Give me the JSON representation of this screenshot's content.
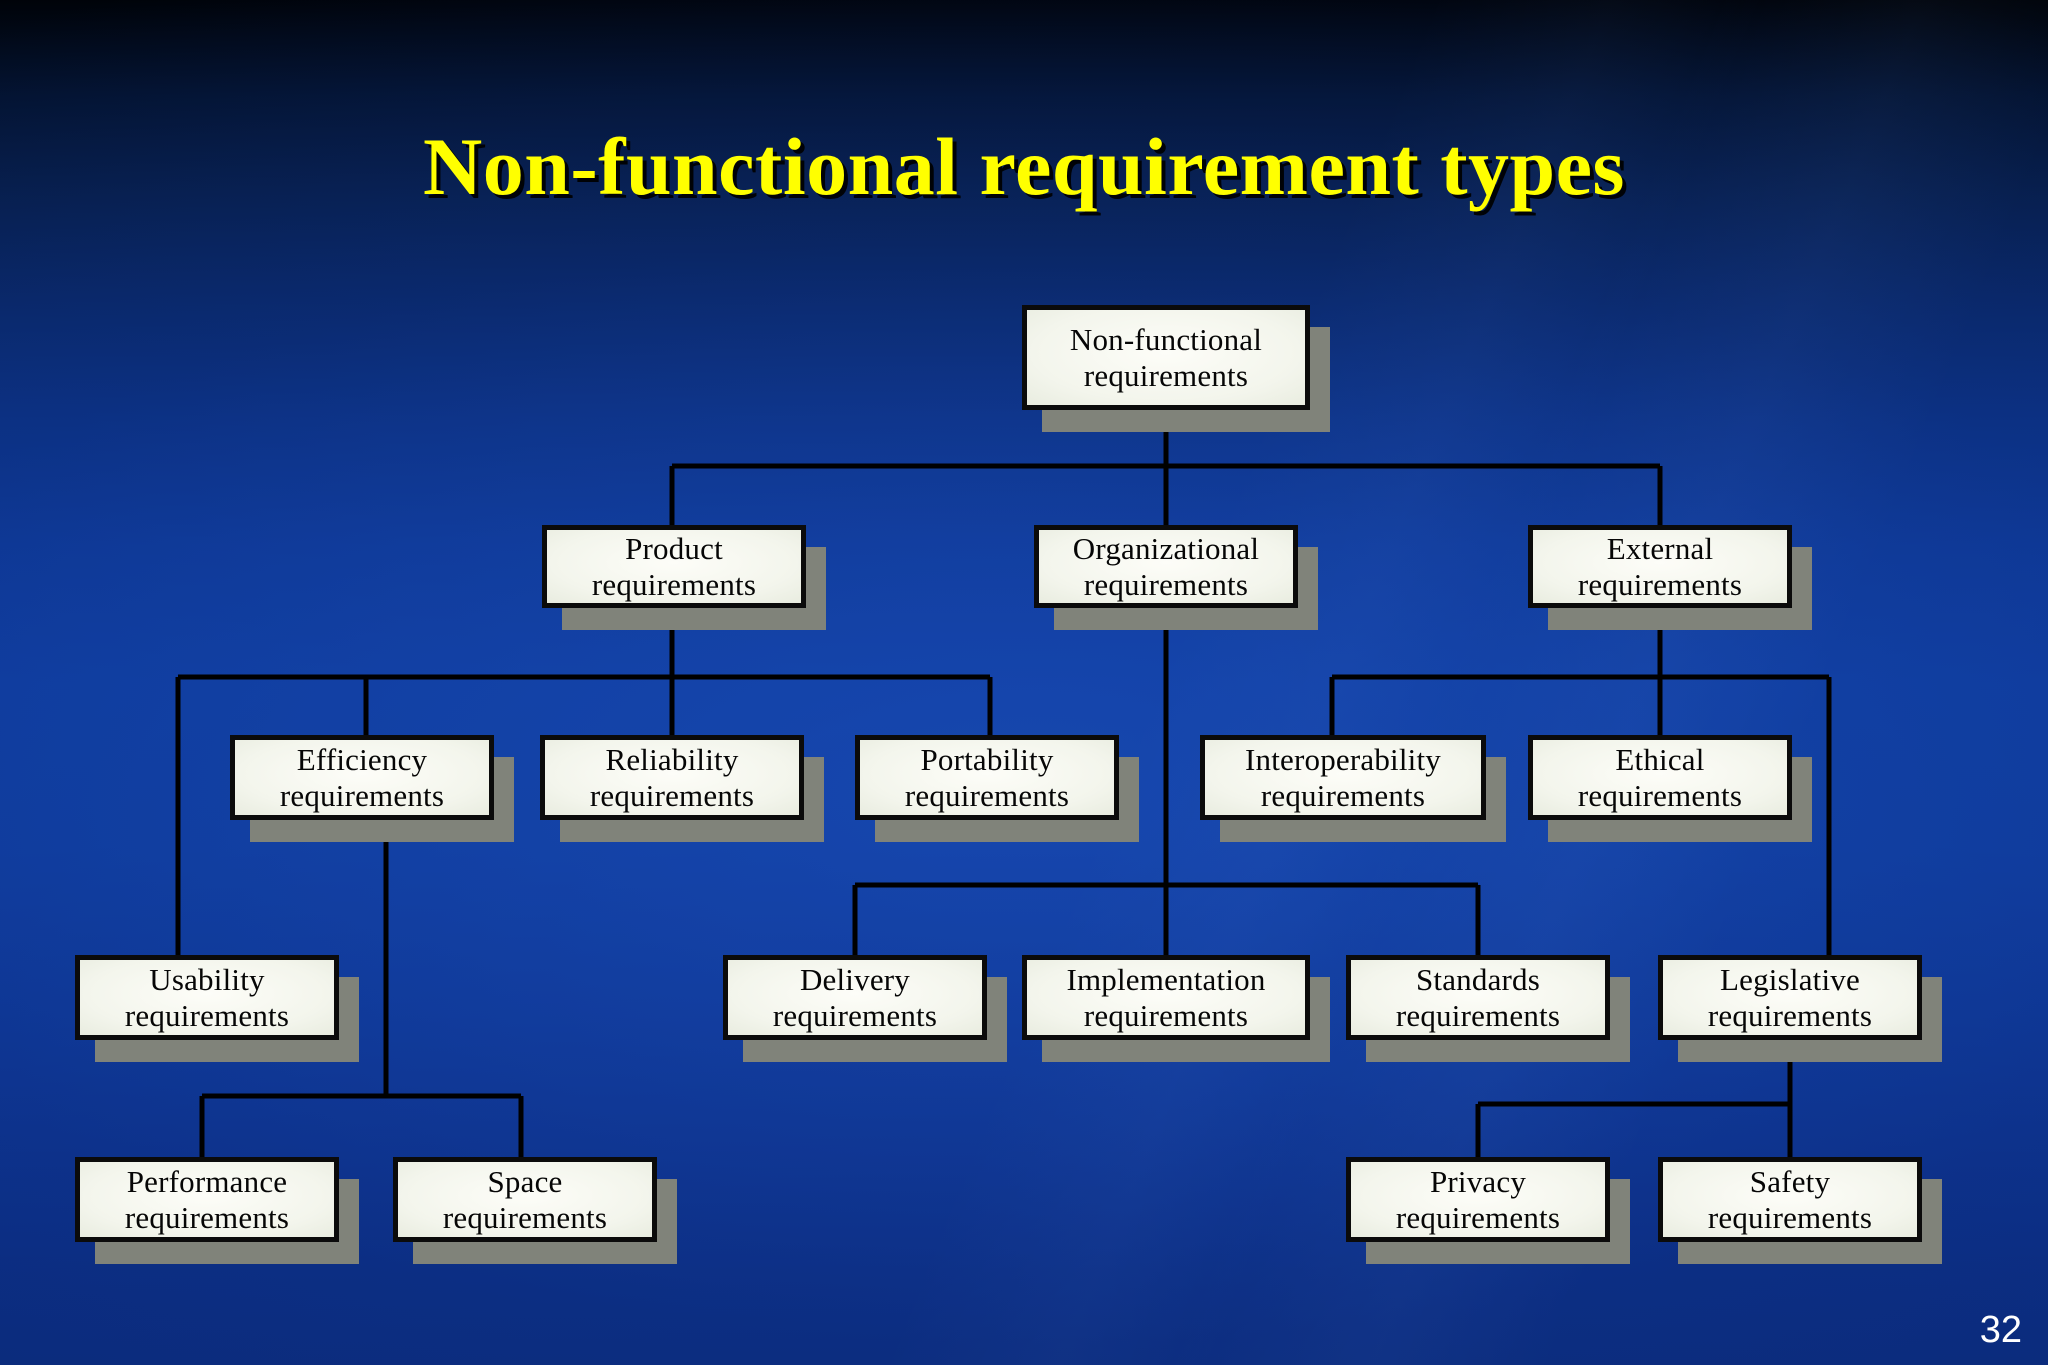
{
  "slide": {
    "title": "Non-functional requirement types",
    "page_number": "32",
    "title_color": "#ffff00",
    "background_color": "#0d3c9d",
    "box_fill_color": "#f1f4e8",
    "box_border_color": "#0b0b0b",
    "box_shadow_color": "#80837a",
    "connector_color": "#000000"
  },
  "diagram": {
    "type": "tree",
    "root": "non-functional-requirements",
    "nodes": [
      {
        "id": "non-functional-requirements",
        "line1": "Non-functional",
        "line2": "requirements",
        "level": 0
      },
      {
        "id": "product-requirements",
        "line1": "Product",
        "line2": "requirements",
        "level": 1
      },
      {
        "id": "organizational-requirements",
        "line1": "Organizational",
        "line2": "requirements",
        "level": 1
      },
      {
        "id": "external-requirements",
        "line1": "External",
        "line2": "requirements",
        "level": 1
      },
      {
        "id": "efficiency-requirements",
        "line1": "Efficiency",
        "line2": "requirements",
        "level": 2
      },
      {
        "id": "reliability-requirements",
        "line1": "Reliability",
        "line2": "requirements",
        "level": 2
      },
      {
        "id": "portability-requirements",
        "line1": "Portability",
        "line2": "requirements",
        "level": 2
      },
      {
        "id": "interoperability-requirements",
        "line1": "Interoperability",
        "line2": "requirements",
        "level": 2
      },
      {
        "id": "ethical-requirements",
        "line1": "Ethical",
        "line2": "requirements",
        "level": 2
      },
      {
        "id": "usability-requirements",
        "line1": "Usability",
        "line2": "requirements",
        "level": 3
      },
      {
        "id": "delivery-requirements",
        "line1": "Delivery",
        "line2": "requirements",
        "level": 3
      },
      {
        "id": "implementation-requirements",
        "line1": "Implementation",
        "line2": "requirements",
        "level": 3
      },
      {
        "id": "standards-requirements",
        "line1": "Standards",
        "line2": "requirements",
        "level": 3
      },
      {
        "id": "legislative-requirements",
        "line1": "Legislative",
        "line2": "requirements",
        "level": 3
      },
      {
        "id": "performance-requirements",
        "line1": "Performance",
        "line2": "requirements",
        "level": 4
      },
      {
        "id": "space-requirements",
        "line1": "Space",
        "line2": "requirements",
        "level": 4
      },
      {
        "id": "privacy-requirements",
        "line1": "Privacy",
        "line2": "requirements",
        "level": 4
      },
      {
        "id": "safety-requirements",
        "line1": "Safety",
        "line2": "requirements",
        "level": 4
      }
    ],
    "edges": [
      {
        "from": "non-functional-requirements",
        "to": "product-requirements"
      },
      {
        "from": "non-functional-requirements",
        "to": "organizational-requirements"
      },
      {
        "from": "non-functional-requirements",
        "to": "external-requirements"
      },
      {
        "from": "product-requirements",
        "to": "usability-requirements"
      },
      {
        "from": "product-requirements",
        "to": "efficiency-requirements"
      },
      {
        "from": "product-requirements",
        "to": "reliability-requirements"
      },
      {
        "from": "product-requirements",
        "to": "portability-requirements"
      },
      {
        "from": "efficiency-requirements",
        "to": "performance-requirements"
      },
      {
        "from": "efficiency-requirements",
        "to": "space-requirements"
      },
      {
        "from": "organizational-requirements",
        "to": "delivery-requirements"
      },
      {
        "from": "organizational-requirements",
        "to": "implementation-requirements"
      },
      {
        "from": "organizational-requirements",
        "to": "standards-requirements"
      },
      {
        "from": "external-requirements",
        "to": "interoperability-requirements"
      },
      {
        "from": "external-requirements",
        "to": "ethical-requirements"
      },
      {
        "from": "external-requirements",
        "to": "legislative-requirements"
      },
      {
        "from": "legislative-requirements",
        "to": "privacy-requirements"
      },
      {
        "from": "legislative-requirements",
        "to": "safety-requirements"
      }
    ]
  }
}
